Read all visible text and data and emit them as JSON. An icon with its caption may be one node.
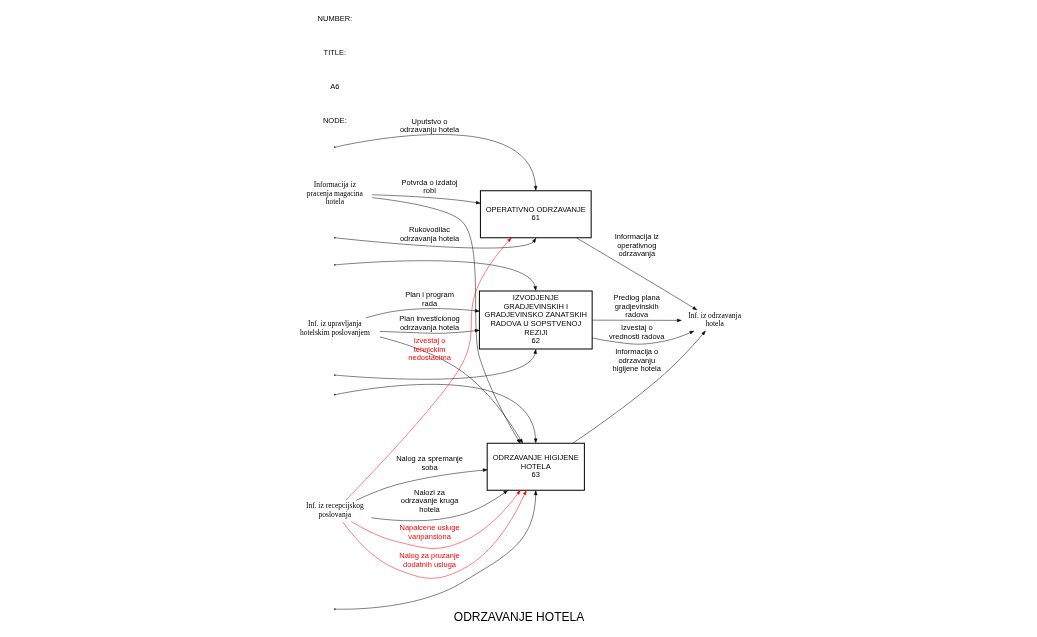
{
  "diagram": {
    "title": "ODRZAVANJE HOTELA",
    "nodes": [
      {
        "text": [
          "OPERATIVNO ODRZAVANJE",
          "61"
        ]
      },
      {
        "text": [
          "IZVODJENJE GRADJEVINSKIH I GRADJEVINSKO ZANATSKIH RADOVA U SOPSTVENOJ REZIJI",
          "62"
        ]
      },
      {
        "text": [
          "ODRZAVANJE HIGIJENE HOTELA",
          "63"
        ]
      },
      {
        "text": [
          "Inf. iz upravljanja hotelskim poslovanjem"
        ]
      },
      {
        "text": [
          "Informacija iz pracenja magacina hotela"
        ]
      },
      {
        "text": [
          "Inf. iz recepcijskog poslovanja"
        ]
      },
      {
        "text": [
          "Inf. iz odrzavanja hotela"
        ]
      }
    ],
    "edges": [
      {
        "from": null,
        "to": 0,
        "arrow": "to",
        "label": "Uputstvo o odrzavanju hotela"
      },
      {
        "from": null,
        "to": 1,
        "arrow": "to"
      },
      {
        "from": null,
        "to": 2,
        "arrow": "to"
      },
      {
        "from": 5,
        "to": 0,
        "arrow": "to",
        "label": "Izvestaj o tehnickim nedostacima",
        "color": "#ff0000"
      },
      {
        "from": 4,
        "to": 0,
        "arrow": "to",
        "label": "Potvrda o izdatoj robi"
      },
      {
        "from": 0,
        "to": 6,
        "arrow": "to",
        "label": "Informacija iz operativnog odrzavanja"
      },
      {
        "from": 3,
        "to": 1,
        "arrow": "to",
        "label": "Plan i program rada"
      },
      {
        "from": 3,
        "to": 1,
        "arrow": "to",
        "label": "Plan investicionog odrzavanja hotela"
      },
      {
        "from": 1,
        "to": 6,
        "arrow": "to",
        "label": "Predlog plana gradjevinskih radova"
      },
      {
        "from": 1,
        "to": 6,
        "arrow": "to",
        "label": "Izvestaj o vrednosti radova"
      },
      {
        "from": 5,
        "to": 2,
        "arrow": "to",
        "label": "Nalog za spremanje soba"
      },
      {
        "from": 5,
        "to": 2,
        "arrow": "to",
        "label": "Nalozi za odrzavanje kruga hotela"
      },
      {
        "from": 5,
        "to": 2,
        "arrow": "to",
        "label": "Napalcene usluge vanpansiona",
        "color": "#ff0000"
      },
      {
        "from": 5,
        "to": 2,
        "arrow": "to",
        "label": "Nalog za pruzanje dodatnih usluga",
        "color": "#ff0000"
      },
      {
        "from": 3,
        "to": 2,
        "arrow": "to"
      },
      {
        "from": 4,
        "to": 2,
        "arrow": "to"
      },
      {
        "from": 2,
        "to": 6,
        "arrow": "to",
        "label": "Informacija o odrzavanju higijene hotela"
      },
      {
        "from": null,
        "to": 0,
        "arrow": "to",
        "label": "Rukovodilac odrzavanja hotela"
      },
      {
        "from": null,
        "to": 1,
        "arrow": "to"
      },
      {
        "from": null,
        "to": 2,
        "arrow": "to"
      }
    ],
    "labels": [
      "NODE:",
      "A6",
      "TITLE:",
      "NUMBER:"
    ]
  }
}
